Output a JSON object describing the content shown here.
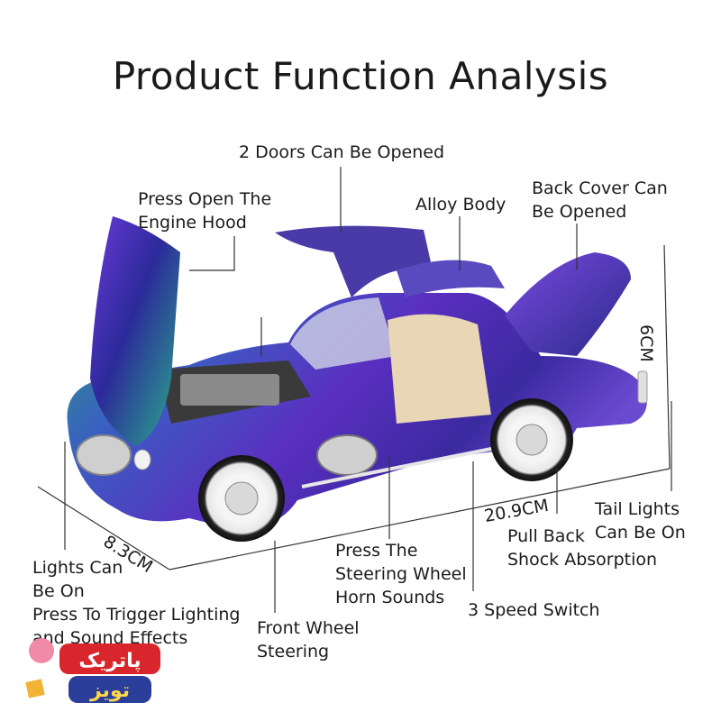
{
  "title": "Product Function Analysis",
  "labels": {
    "doors": "2 Doors Can Be Opened",
    "hood": "Press Open The\nEngine Hood",
    "alloy": "Alloy Body",
    "back_cover": "Back Cover Can\nBe Opened",
    "tail_lights": "Tail Lights\nCan Be On",
    "pull_back": "Pull Back\nShock Absorption",
    "steering_wheel": "Press The\nSteering Wheel\nHorn Sounds",
    "speed_switch": "3 Speed Switch",
    "front_wheel": "Front Wheel\nSteering",
    "lights": "Lights Can\nBe On\nPress To Trigger Lighting\nand Sound Effects"
  },
  "dimensions": {
    "height": "6CM",
    "length": "20.9CM",
    "width": "8.3CM"
  },
  "watermark": {
    "line1": "پاتریک",
    "line2": "تویز"
  },
  "colors": {
    "body_purple": "#4a2fb8",
    "body_teal": "#2aa88c",
    "interior": "#e8d6b4",
    "tyre_wall": "#f2f2f2"
  }
}
